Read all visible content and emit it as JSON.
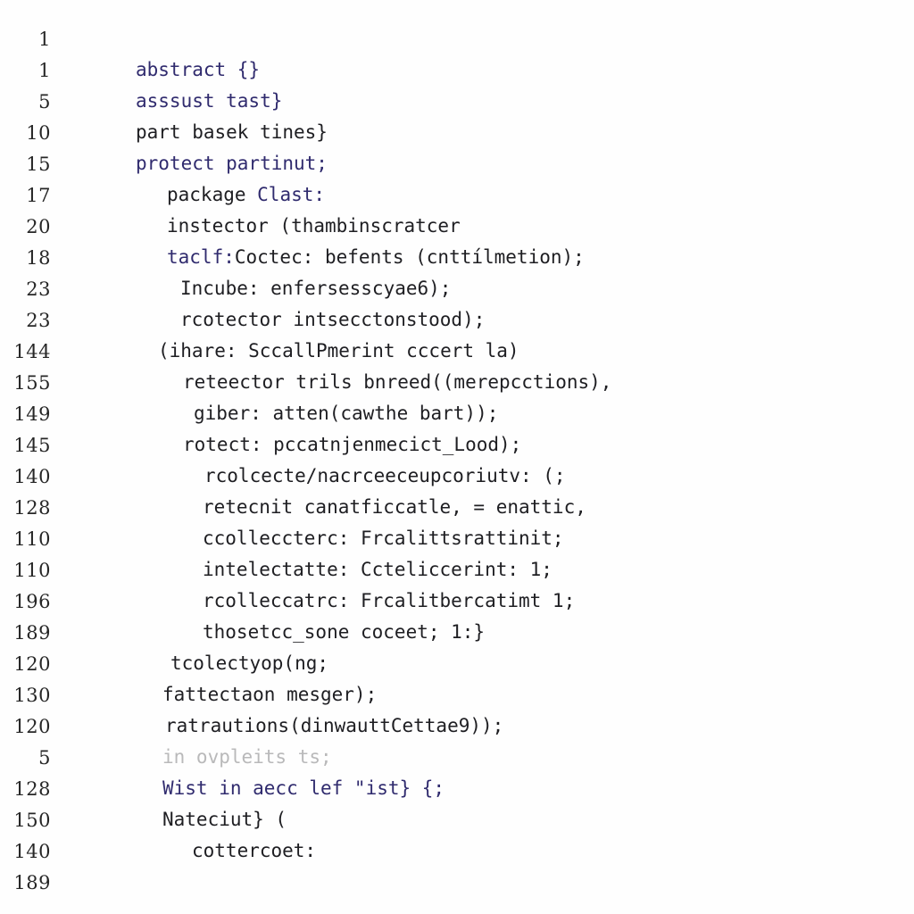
{
  "editor": {
    "background": "#fefefe",
    "colors": {
      "keyword": "#302b6e",
      "default": "#1e1e22",
      "comment": "#b9b9ba",
      "line_number": "#262626"
    },
    "lines": [
      {
        "number": "1",
        "indent": 95,
        "segments": []
      },
      {
        "number": "1",
        "indent": 95,
        "segments": [
          {
            "text": "abstract {}",
            "color": "keyword"
          }
        ]
      },
      {
        "number": "5",
        "indent": 95,
        "segments": [
          {
            "text": "asssust tast}",
            "color": "keyword"
          }
        ]
      },
      {
        "number": "10",
        "indent": 95,
        "segments": [
          {
            "text": "part basek tines}",
            "color": "default"
          }
        ]
      },
      {
        "number": "15",
        "indent": 95,
        "segments": [
          {
            "text": "protect partinut;",
            "color": "keyword"
          }
        ]
      },
      {
        "number": "17",
        "indent": 130,
        "segments": [
          {
            "text": "package ",
            "color": "default"
          },
          {
            "text": "Clast:",
            "color": "keyword"
          }
        ]
      },
      {
        "number": "20",
        "indent": 130,
        "segments": [
          {
            "text": "instector (thambinscratcer",
            "color": "default"
          }
        ]
      },
      {
        "number": "18",
        "indent": 130,
        "segments": [
          {
            "text": "taclf:",
            "color": "keyword"
          },
          {
            "text": "Coctec: befents (cnttílmetion);",
            "color": "default"
          }
        ]
      },
      {
        "number": "23",
        "indent": 145,
        "segments": [
          {
            "text": "Incube: enfersesscyae6);",
            "color": "default"
          }
        ]
      },
      {
        "number": "23",
        "indent": 145,
        "segments": [
          {
            "text": "rcotector intsecctonstood);",
            "color": "default"
          }
        ]
      },
      {
        "number": "144",
        "indent": 120,
        "segments": [
          {
            "text": "(ihare: SccallPmerint cccert la)",
            "color": "default"
          }
        ]
      },
      {
        "number": "155",
        "indent": 148,
        "segments": [
          {
            "text": "reteector trils bnreed((merepcctions),",
            "color": "default"
          }
        ]
      },
      {
        "number": "149",
        "indent": 160,
        "segments": [
          {
            "text": "giber: atten(cawthe bart));",
            "color": "default"
          }
        ]
      },
      {
        "number": "145",
        "indent": 148,
        "segments": [
          {
            "text": "rotect: pccatnjenmecict_Lood);",
            "color": "default"
          }
        ]
      },
      {
        "number": "140",
        "indent": 172,
        "segments": [
          {
            "text": "rcolcecte/nacrceeceupcoriutv: (;",
            "color": "default"
          }
        ]
      },
      {
        "number": "128",
        "indent": 170,
        "segments": [
          {
            "text": "retecnit canatficcatle, = enattic,",
            "color": "default"
          }
        ]
      },
      {
        "number": "110",
        "indent": 170,
        "segments": [
          {
            "text": "ccolleccterc: Frcalittsrattinit;",
            "color": "default"
          }
        ]
      },
      {
        "number": "110",
        "indent": 170,
        "segments": [
          {
            "text": "intelectatte: Ccteliccerint: 1;",
            "color": "default"
          }
        ]
      },
      {
        "number": "196",
        "indent": 170,
        "segments": [
          {
            "text": "rcolleccatrc: Frcalitbercatimt 1;",
            "color": "default"
          }
        ]
      },
      {
        "number": "189",
        "indent": 170,
        "segments": [
          {
            "text": "thosetcc_sone coceet; 1:}",
            "color": "default"
          }
        ]
      },
      {
        "number": "120",
        "indent": 134,
        "segments": [
          {
            "text": "tcolectyop(ng;",
            "color": "default"
          }
        ]
      },
      {
        "number": "130",
        "indent": 125,
        "segments": [
          {
            "text": "fattectaon mesger);",
            "color": "default"
          }
        ]
      },
      {
        "number": "120",
        "indent": 128,
        "segments": [
          {
            "text": "ratrautions(dinwauttCettae9));",
            "color": "default"
          }
        ]
      },
      {
        "number": "5",
        "indent": 125,
        "segments": [
          {
            "text": "in ovpleits ts;",
            "color": "comment"
          }
        ]
      },
      {
        "number": "128",
        "indent": 125,
        "segments": [
          {
            "text": "Wist in aecc lef \"ist} {;",
            "color": "keyword"
          }
        ]
      },
      {
        "number": "150",
        "indent": 125,
        "segments": [
          {
            "text": "Nateciut} (",
            "color": "default"
          }
        ]
      },
      {
        "number": "140",
        "indent": 158,
        "segments": [
          {
            "text": "cottercoet:",
            "color": "default"
          }
        ]
      },
      {
        "number": "189",
        "indent": 95,
        "segments": []
      }
    ]
  }
}
